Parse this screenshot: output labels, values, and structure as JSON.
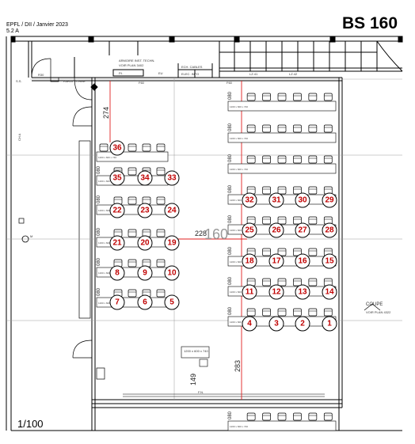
{
  "header": {
    "org_line": "EPFL / DII / Janvier 2023",
    "version": "5.2 A",
    "room_name": "BS 160",
    "scale": "1/100"
  },
  "labels": {
    "r30": "R30",
    "ss": "S.S.",
    "paroi": "PAROI VITREE",
    "armoire_1": "ARMOIRE INST. TECHN.",
    "armoire_2": "VOIR PLAN 3402",
    "pi": "P.I.",
    "eu": "EU",
    "f60_a": "F60",
    "ech": "ECH. CABLES",
    "elec": "ELEC. INFO",
    "f60_b": "F60",
    "lz41": "LZ.41",
    "lz42": "LZ.42",
    "ch": "CH A",
    "m": "M",
    "coupe_1": "COUPE",
    "coupe_2": "VOIR PLAN 4322",
    "fn": "F.N.",
    "room_big": "160"
  },
  "dimensions": {
    "d274": "274",
    "d228": "228",
    "d283": "283",
    "d149": "149",
    "d080": "080"
  },
  "table_label": "1200 x 600 x 740",
  "seats": [
    {
      "n": "36"
    },
    {
      "n": "35"
    },
    {
      "n": "34"
    },
    {
      "n": "33"
    },
    {
      "n": "22"
    },
    {
      "n": "23"
    },
    {
      "n": "24"
    },
    {
      "n": "21"
    },
    {
      "n": "20"
    },
    {
      "n": "19"
    },
    {
      "n": "8"
    },
    {
      "n": "9"
    },
    {
      "n": "10"
    },
    {
      "n": "7"
    },
    {
      "n": "6"
    },
    {
      "n": "5"
    },
    {
      "n": "32"
    },
    {
      "n": "31"
    },
    {
      "n": "30"
    },
    {
      "n": "29"
    },
    {
      "n": "25"
    },
    {
      "n": "26"
    },
    {
      "n": "27"
    },
    {
      "n": "28"
    },
    {
      "n": "18"
    },
    {
      "n": "17"
    },
    {
      "n": "16"
    },
    {
      "n": "15"
    },
    {
      "n": "11"
    },
    {
      "n": "12"
    },
    {
      "n": "13"
    },
    {
      "n": "14"
    },
    {
      "n": "4"
    },
    {
      "n": "3"
    },
    {
      "n": "2"
    },
    {
      "n": "1"
    }
  ],
  "colors": {
    "seat_marker": "#c00000",
    "red_line": "#e02020",
    "wall": "#000000"
  }
}
